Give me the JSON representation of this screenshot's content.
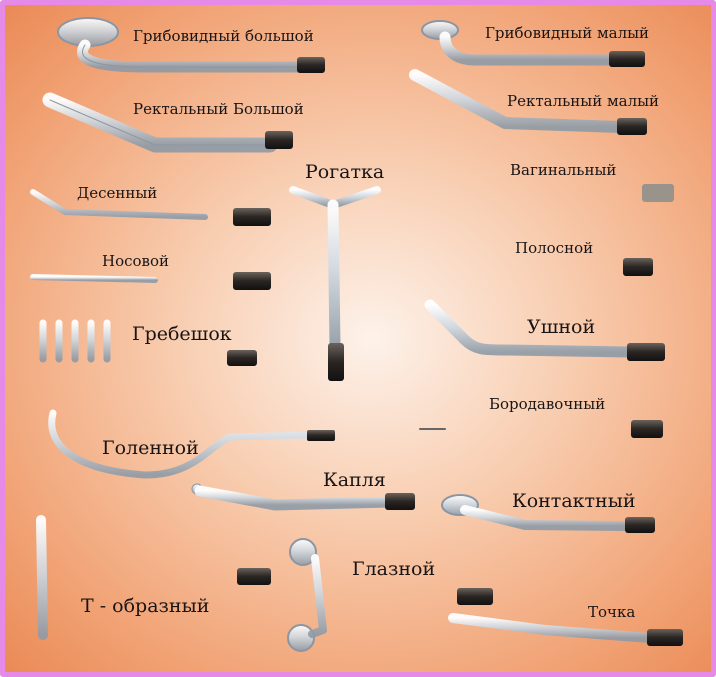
{
  "labels": {
    "gribovid_bolshoy": "Грибовидный большой",
    "gribovid_maly": "Грибовидный малый",
    "rektal_bolshoy": "Ректальный Большой",
    "rektal_maly": "Ректальный малый",
    "rogatka": "Рогатка",
    "vaginal": "Вагинальный",
    "desenny": "Десенный",
    "nosovoy": "Носовой",
    "polosnoy": "Полосной",
    "greb": "Гребешок",
    "ushnoy": "Ушной",
    "borodav": "Бородавочный",
    "golennoy": "Голенной",
    "kaplya": "Капля",
    "kontakt": "Контактный",
    "t_obraz": "Т - образный",
    "glaznoy": "Глазной",
    "tochka": "Точка"
  },
  "colors": {
    "frame": "#e58ae6",
    "glass": "#dde6ee",
    "cap": "#2a2522"
  }
}
